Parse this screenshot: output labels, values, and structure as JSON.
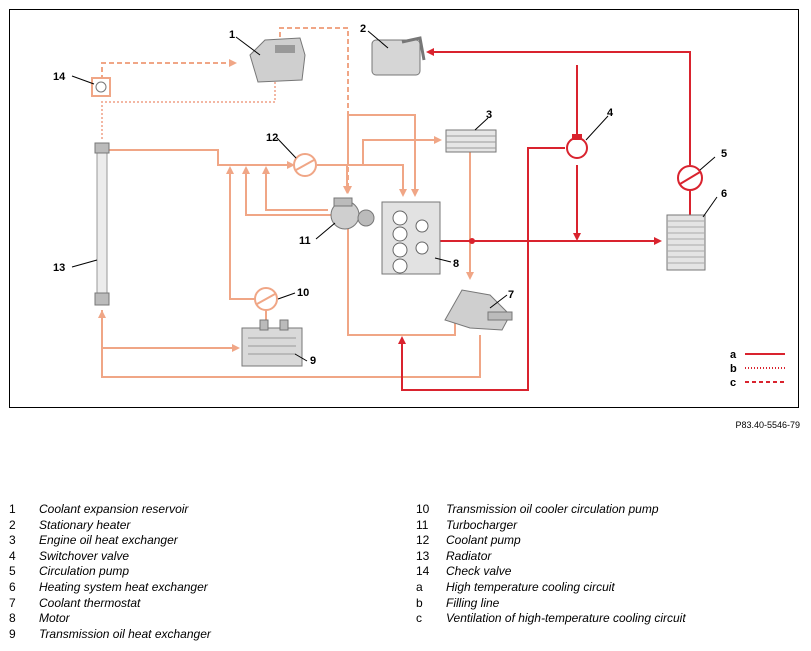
{
  "figure_ref": "P83.40-5546-79",
  "callouts": [
    "1",
    "2",
    "3",
    "4",
    "5",
    "6",
    "7",
    "8",
    "9",
    "10",
    "11",
    "12",
    "13",
    "14"
  ],
  "circuit_keys": [
    "a",
    "b",
    "c"
  ],
  "colors": {
    "high_temp": "#d9232e",
    "low_temp": "#f0a686",
    "filling": "#f3b7a3",
    "component": "#bfbfbf"
  },
  "legend_left": [
    {
      "key": "1",
      "text": "Coolant expansion reservoir"
    },
    {
      "key": "2",
      "text": "Stationary heater"
    },
    {
      "key": "3",
      "text": "Engine oil heat exchanger"
    },
    {
      "key": "4",
      "text": "Switchover valve"
    },
    {
      "key": "5",
      "text": "Circulation pump"
    },
    {
      "key": "6",
      "text": "Heating system heat exchanger"
    },
    {
      "key": "7",
      "text": "Coolant thermostat"
    },
    {
      "key": "8",
      "text": "Motor"
    },
    {
      "key": "9",
      "text": "Transmission oil heat exchanger"
    }
  ],
  "legend_right": [
    {
      "key": "10",
      "text": "Transmission oil cooler circulation pump"
    },
    {
      "key": "11",
      "text": "Turbocharger"
    },
    {
      "key": "12",
      "text": "Coolant pump"
    },
    {
      "key": "13",
      "text": "Radiator"
    },
    {
      "key": "14",
      "text": "Check valve"
    },
    {
      "key": "a",
      "text": "High temperature cooling circuit"
    },
    {
      "key": "b",
      "text": "Filling line"
    },
    {
      "key": "c",
      "text": "Ventilation of high-temperature cooling circuit"
    }
  ]
}
